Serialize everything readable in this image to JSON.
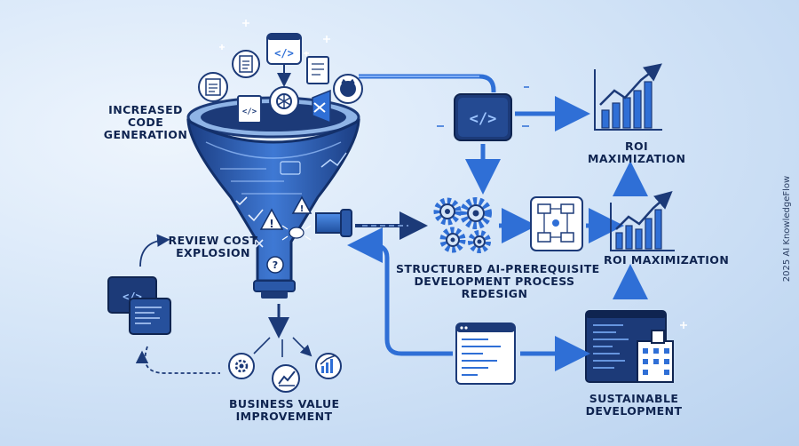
{
  "labels": {
    "increased_code_generation": [
      "Increased",
      "Code",
      "Generation"
    ],
    "review_cost_explosion": [
      "Review Cost",
      "Explosion"
    ],
    "business_value_improvement": [
      "Business Value",
      "Improvement"
    ],
    "structured_process": [
      "Structured AI-Prerequisite",
      "Development Process",
      "Redesign"
    ],
    "roi_top": [
      "ROI",
      "Maximization"
    ],
    "roi_mid": "ROI Maximization",
    "sustainable_development": [
      "Sustainable",
      "Development"
    ]
  },
  "copyright": "2025 AI KnowledgeFlow",
  "icons": [
    "document-icon",
    "code-window-icon",
    "openai-icon",
    "github-icon",
    "vscode-icon",
    "gear-icon",
    "chart-icon",
    "warning-icon",
    "bug-icon",
    "question-icon",
    "flowchart-icon",
    "building-icon",
    "code-editor-icon"
  ],
  "colors": {
    "navy": "#0f2450",
    "accent": "#2f6fd6",
    "light": "#7fb3ff",
    "bg": "#d6e6f8"
  }
}
